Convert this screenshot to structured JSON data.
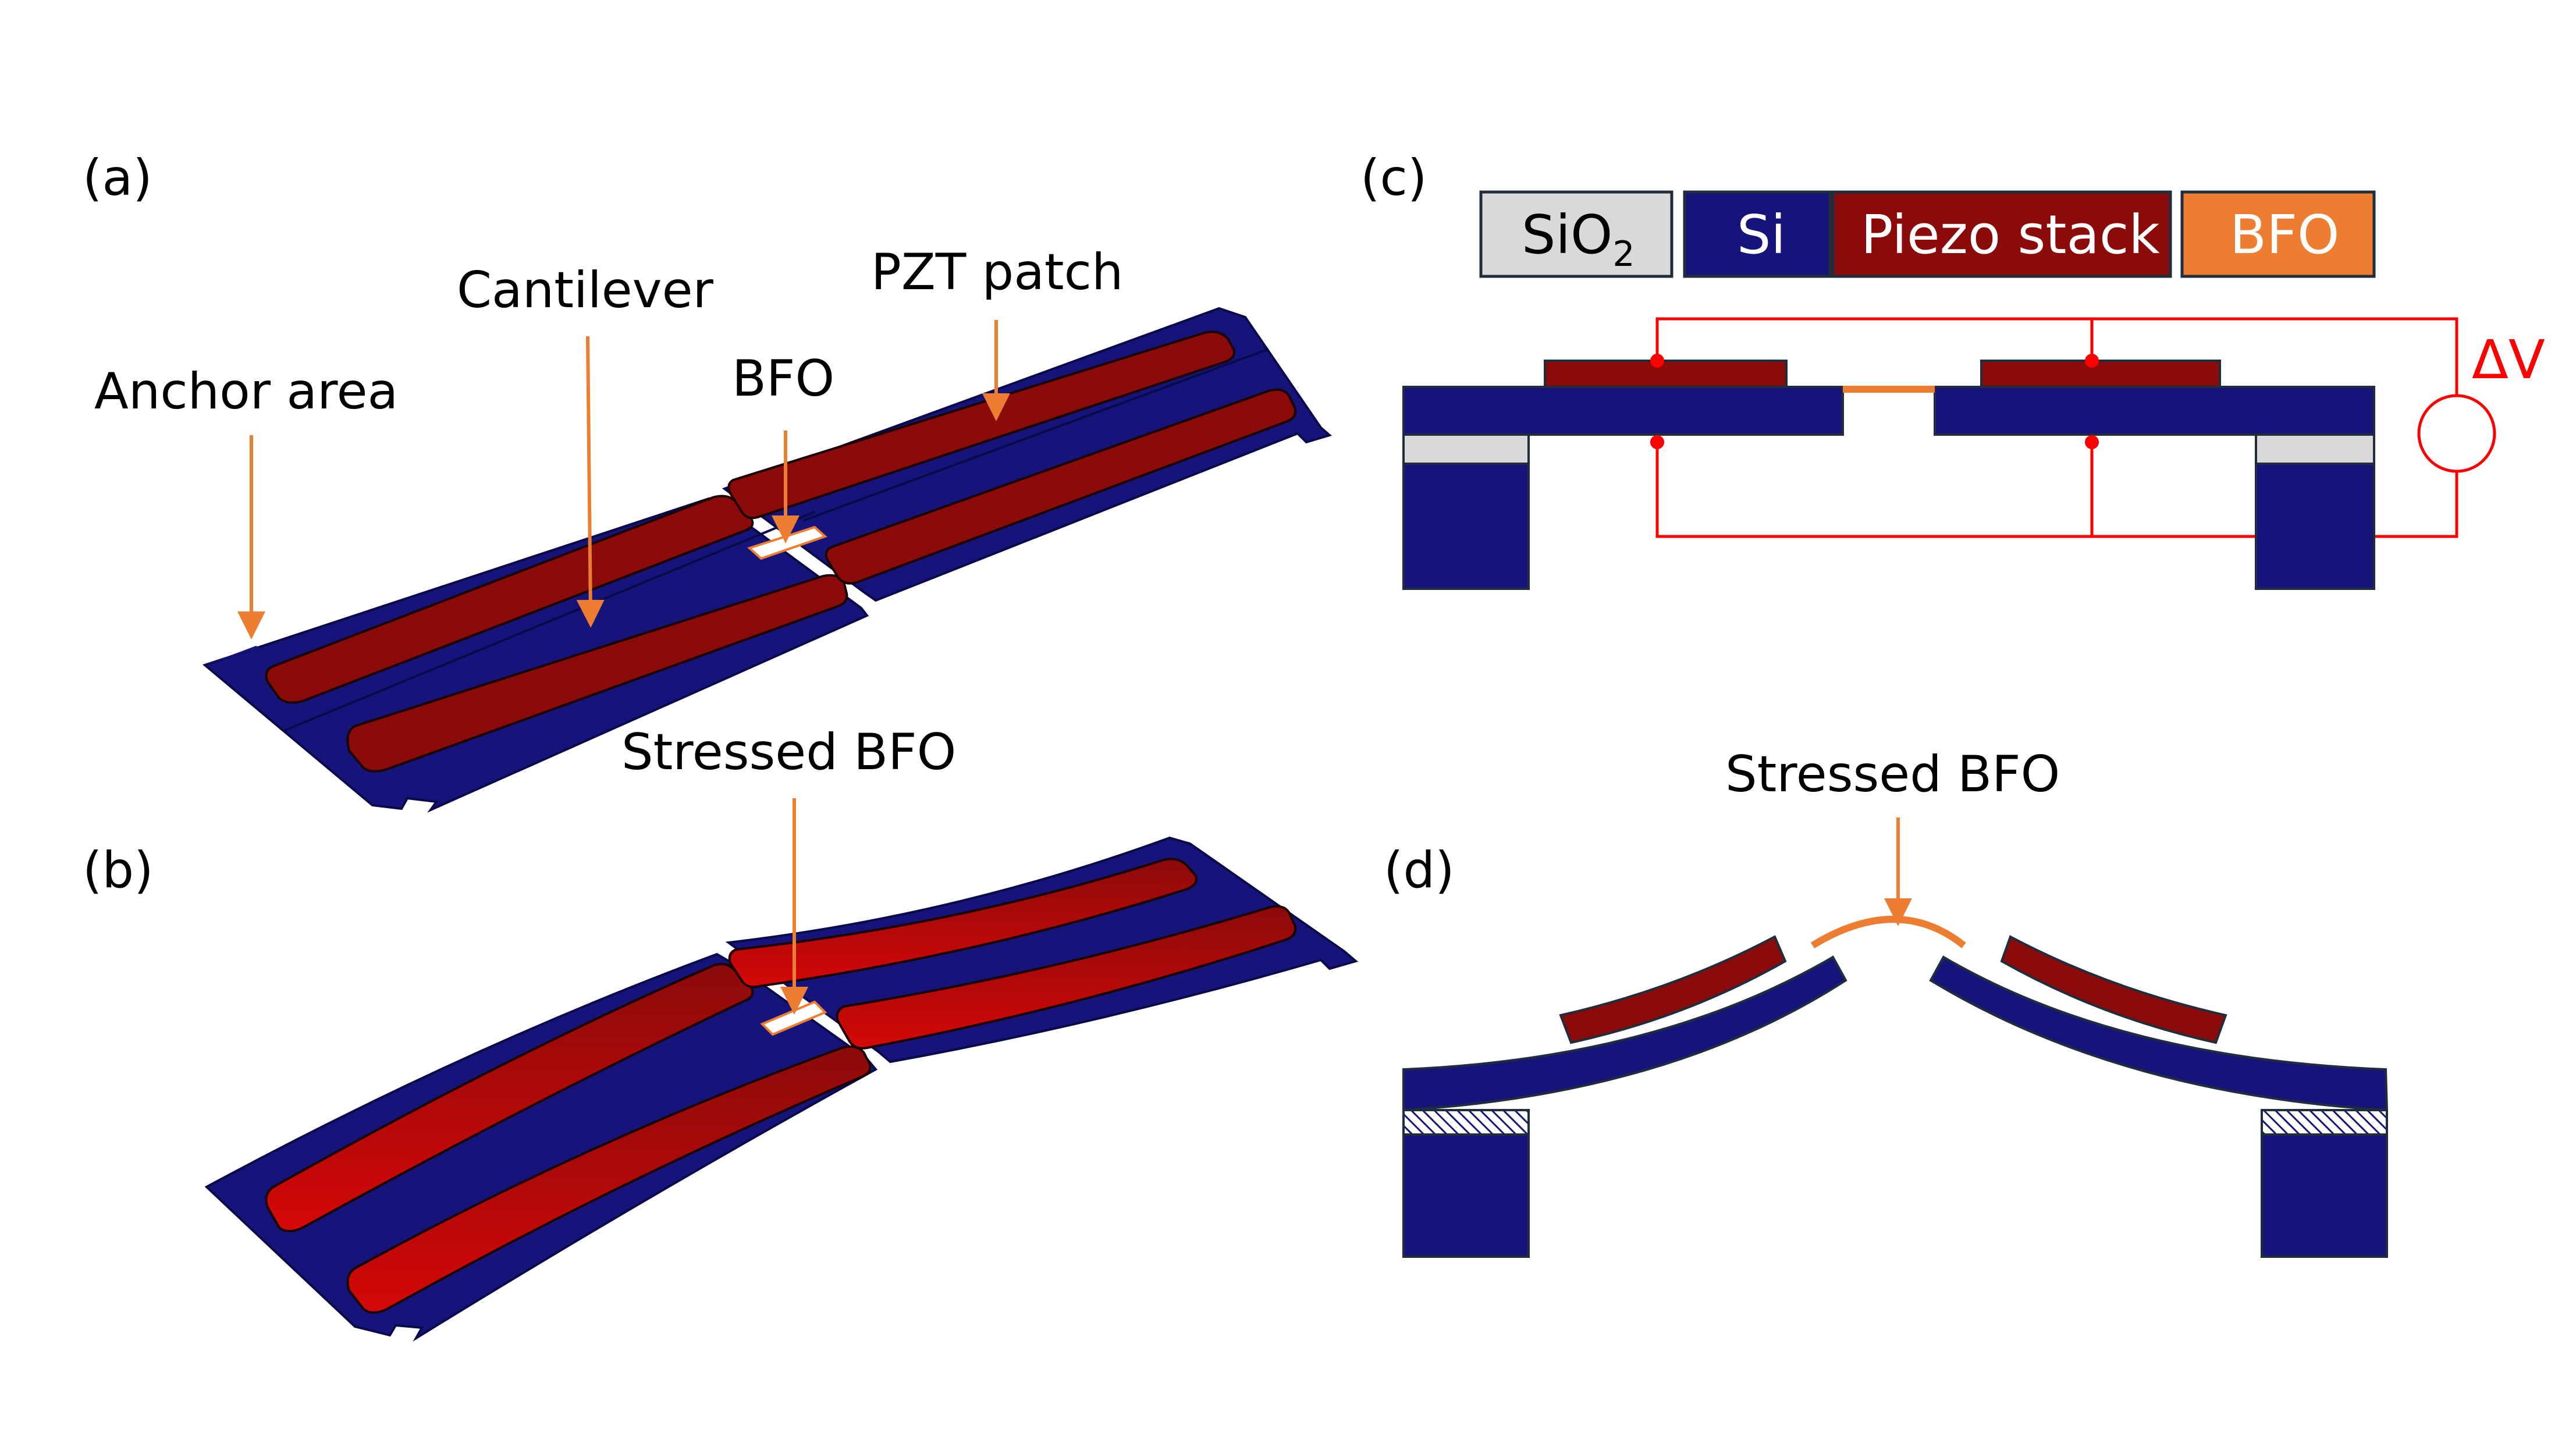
{
  "panels": {
    "a": "(a)",
    "b": "(b)",
    "c": "(c)",
    "d": "(d)"
  },
  "labels_a": {
    "anchor_area": "Anchor area",
    "cantilever": "Cantilever",
    "bfo": "BFO",
    "pzt_patch": "PZT patch"
  },
  "labels_b": {
    "stressed_bfo": "Stressed BFO"
  },
  "legend": {
    "sio2_base": "SiO",
    "sio2_sub": "2",
    "si": "Si",
    "piezo_stack": "Piezo stack",
    "bfo": "BFO"
  },
  "labels_c": {
    "delta_v": "ΔV"
  },
  "labels_d": {
    "stressed_bfo": "Stressed BFO"
  },
  "colors": {
    "si": "#16147a",
    "si_edge": "#0a0a4a",
    "piezo": "#8b0a0a",
    "piezo_bright": "#cc0808",
    "bfo": "#ed7d31",
    "sio2": "#d9d9d9",
    "circuit": "#ff0000",
    "arrow": "#ed7d31"
  }
}
